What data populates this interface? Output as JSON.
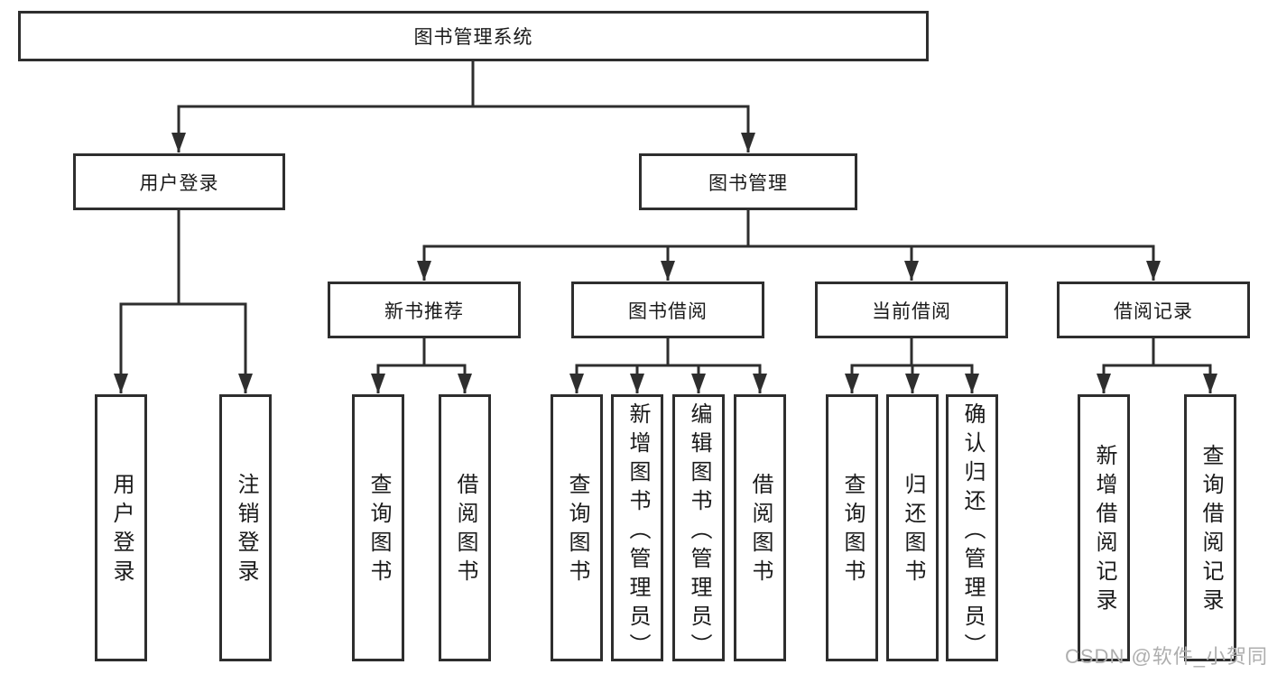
{
  "diagram": {
    "root": {
      "label": "图书管理系统",
      "children": [
        {
          "label": "用户登录",
          "children": [
            {
              "label": "用户登录"
            },
            {
              "label": "注销登录"
            }
          ]
        },
        {
          "label": "图书管理",
          "children": [
            {
              "label": "新书推荐",
              "children": [
                {
                  "label": "查询图书"
                },
                {
                  "label": "借阅图书"
                }
              ]
            },
            {
              "label": "图书借阅",
              "children": [
                {
                  "label": "查询图书"
                },
                {
                  "label": "新增图书（管理员）"
                },
                {
                  "label": "编辑图书（管理员）"
                },
                {
                  "label": "借阅图书"
                }
              ]
            },
            {
              "label": "当前借阅",
              "children": [
                {
                  "label": "查询图书"
                },
                {
                  "label": "归还图书"
                },
                {
                  "label": "确认归还（管理员）"
                }
              ]
            },
            {
              "label": "借阅记录",
              "children": [
                {
                  "label": "新增借阅记录"
                },
                {
                  "label": "查询借阅记录"
                }
              ]
            }
          ]
        }
      ]
    }
  },
  "watermark": "CSDN @软件_小贺同学",
  "colors": {
    "line": "#2e2e2e",
    "text": "#1a1a1a",
    "background": "#ffffff",
    "watermark": "#aeaeae"
  }
}
